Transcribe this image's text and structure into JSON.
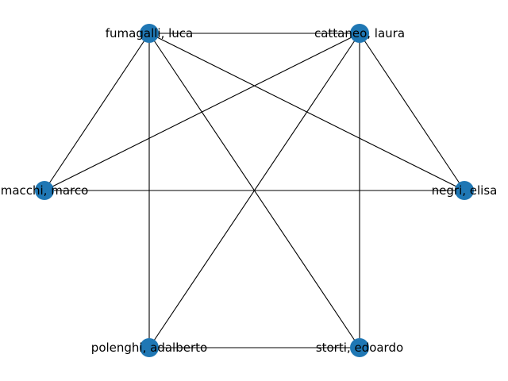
{
  "graph": {
    "node_color": "#1f77b4",
    "edge_color": "#000000",
    "nodes": [
      {
        "id": "fumagalli",
        "label": "fumagalli, luca"
      },
      {
        "id": "cattaneo",
        "label": "cattaneo, laura"
      },
      {
        "id": "macchi",
        "label": "macchi, marco"
      },
      {
        "id": "negri",
        "label": "negri, elisa"
      },
      {
        "id": "polenghi",
        "label": "polenghi, adalberto"
      },
      {
        "id": "storti",
        "label": "storti, edoardo"
      }
    ],
    "edges": [
      [
        "fumagalli",
        "cattaneo"
      ],
      [
        "fumagalli",
        "macchi"
      ],
      [
        "fumagalli",
        "negri"
      ],
      [
        "fumagalli",
        "polenghi"
      ],
      [
        "fumagalli",
        "storti"
      ],
      [
        "cattaneo",
        "macchi"
      ],
      [
        "cattaneo",
        "negri"
      ],
      [
        "cattaneo",
        "polenghi"
      ],
      [
        "cattaneo",
        "storti"
      ],
      [
        "macchi",
        "negri"
      ],
      [
        "polenghi",
        "storti"
      ]
    ]
  }
}
